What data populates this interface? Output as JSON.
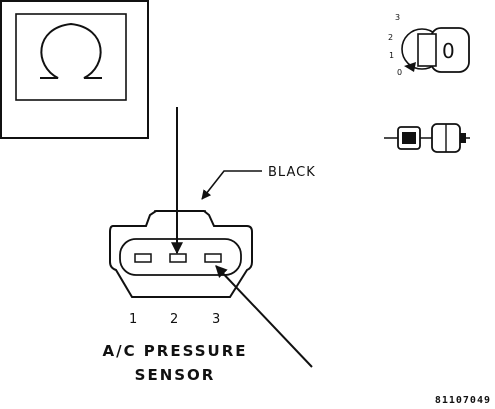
{
  "meter_symbol": "Ω",
  "callout_label": "BLACK",
  "component_label_line1": "A/C PRESSURE",
  "component_label_line2": "SENSOR",
  "pin_labels": [
    "1",
    "2",
    "3"
  ],
  "ignition_positions": [
    "3",
    "2",
    "1",
    "0"
  ],
  "key_position": "0",
  "figure_code": "81107049",
  "colors": {
    "line": "#111111",
    "background": "#ffffff"
  },
  "icons": [
    "ohmmeter-icon",
    "ignition-key-icon",
    "connector-disconnected-icon"
  ]
}
